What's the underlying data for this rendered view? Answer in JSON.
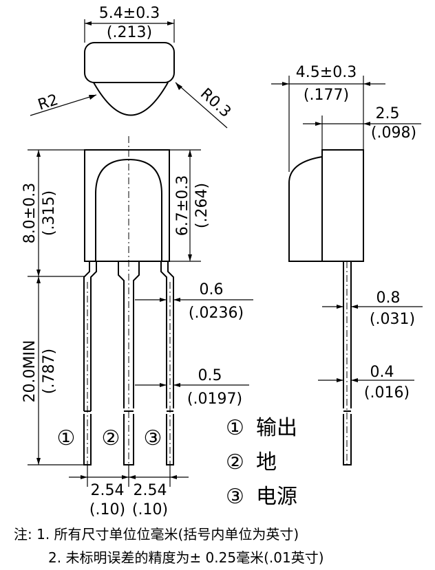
{
  "top_view": {
    "width_mm": "5.4±0.3",
    "width_in": "(.213)",
    "radius_left": "R2",
    "radius_right": "R0.3"
  },
  "front_view": {
    "body_height_mm": "8.0±0.3",
    "body_height_in": "(.315)",
    "lens_height_mm": "6.7±0.3",
    "lens_height_in": "(.264)",
    "lead_length_mm": "20.0MIN",
    "lead_length_in": "(.787)",
    "lead_width_mm": "0.6",
    "lead_width_in": "(.0236)",
    "lead_narrow_mm": "0.5",
    "lead_narrow_in": "(.0197)",
    "pitch1_mm": "2.54",
    "pitch1_in": "(.10)",
    "pitch2_mm": "2.54",
    "pitch2_in": "(.10)",
    "pin_labels": [
      "①",
      "②",
      "③"
    ]
  },
  "side_view": {
    "depth_mm": "4.5±0.3",
    "depth_in": "(.177)",
    "lens_depth_mm": "2.5",
    "lens_depth_in": "(.098)",
    "lead_thick_mm": "0.8",
    "lead_thick_in": "(.031)",
    "lead_thin_mm": "0.4",
    "lead_thin_in": "(.016)"
  },
  "legend": [
    {
      "num": "①",
      "label": "输出"
    },
    {
      "num": "②",
      "label": "地"
    },
    {
      "num": "③",
      "label": "电源"
    }
  ],
  "notes": {
    "line1": "注: 1. 所有尺寸单位位毫米(括号内单位为英寸)",
    "line2": "2. 未标明误差的精度为± 0.25毫米(.01英寸)"
  }
}
